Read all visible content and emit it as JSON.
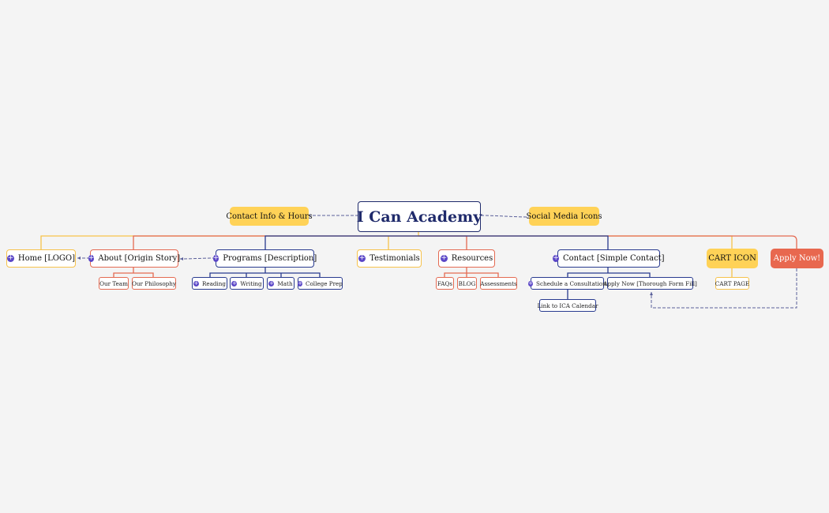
{
  "root": {
    "label": "I Can Academy"
  },
  "floating": {
    "contact_info": "Contact Info & Hours",
    "social_media": "Social Media Icons"
  },
  "branches": {
    "home": "Home [LOGO]",
    "about": "About [Origin Story]",
    "programs": "Programs [Description]",
    "testimonials": "Testimonials",
    "resources": "Resources",
    "contact": "Contact [Simple Contact]",
    "cart": "CART ICON",
    "apply": "Apply Now!"
  },
  "children": {
    "about": [
      "Our Team",
      "Our Philosophy"
    ],
    "programs": [
      "Reading",
      "Writing",
      "Math",
      "College Prep"
    ],
    "resources": [
      "FAQs",
      "BLOG",
      "Assessments"
    ],
    "contact": [
      "Schedule a Consultation",
      "Apply Now [Thorough Form Fill]"
    ],
    "contact_sub": "Link to ICA Calendar",
    "cart": "CART PAGE"
  },
  "colors": {
    "yellow": "#f6c24b",
    "red": "#e46a52",
    "navy": "#283a8f",
    "dashed": "#5a5f9a",
    "icon": "#5b47c7"
  }
}
